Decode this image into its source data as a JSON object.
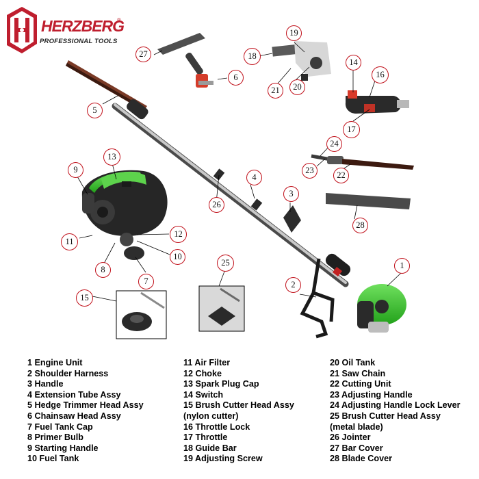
{
  "brand": {
    "name": "HERZBERG",
    "tagline": "PROFESSIONAL TOOLS",
    "registered": "®",
    "colors": {
      "red": "#bf1e2e",
      "dark": "#222222"
    }
  },
  "callouts": [
    "1",
    "2",
    "3",
    "4",
    "5",
    "6",
    "7",
    "8",
    "9",
    "10",
    "11",
    "12",
    "13",
    "14",
    "15",
    "16",
    "17",
    "18",
    "19",
    "20",
    "21",
    "22",
    "23",
    "24",
    "25",
    "26",
    "27",
    "28"
  ],
  "parts": {
    "col1": [
      "1 Engine Unit",
      "2 Shoulder Harness",
      "3 Handle",
      "4 Extension Tube Assy",
      "5 Hedge Trimmer Head Assy",
      "6 Chainsaw Head Assy",
      "7 Fuel Tank Cap",
      "8 Primer Bulb",
      "9 Starting Handle",
      "10 Fuel Tank"
    ],
    "col2": [
      "11 Air Filter",
      "12 Choke",
      "13 Spark Plug Cap",
      "14 Switch",
      "15 Brush Cutter Head Assy",
      "(nylon cutter)",
      "16 Throttle Lock",
      "17 Throttle",
      "18 Guide Bar",
      "19 Adjusting Screw"
    ],
    "col3": [
      "20 Oil Tank",
      "21 Saw Chain",
      "22 Cutting Unit",
      "23 Adjusting Handle",
      "24 Adjusting Handle Lock Lever",
      "25 Brush Cutter Head Assy",
      "(metal blade)",
      "26 Jointer",
      "27 Bar Cover",
      "28 Blade Cover"
    ]
  },
  "colors": {
    "engine_green": "#3cc62f",
    "callout_ring": "#c0101a",
    "tube_grey": "#9a9a9a"
  }
}
